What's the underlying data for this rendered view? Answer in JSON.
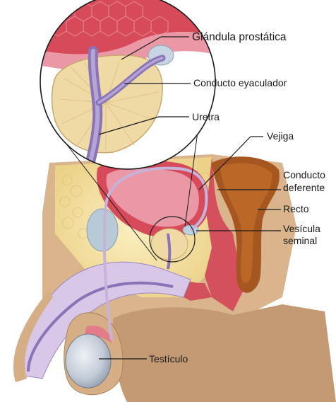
{
  "labels": {
    "prostate": "Glándula prostática",
    "ejaculatory_duct": "Conducto eyaculador",
    "urethra": "Uretra",
    "bladder": "Vejiga",
    "vas_deferens_line1": "Conducto",
    "vas_deferens_line2": "deferente",
    "rectum": "Recto",
    "seminal_line1": "Vesícula",
    "seminal_line2": "seminal",
    "testicle": "Testículo"
  },
  "colors": {
    "skin": "#c39a73",
    "fat": "#f3df9a",
    "muscle": "#d8525e",
    "bladder_pink": "#e58c9a",
    "prostate": "#efd9a5",
    "urethra": "#9a88c2",
    "rectum": "#a85a24",
    "testis": "#c8d2de"
  }
}
